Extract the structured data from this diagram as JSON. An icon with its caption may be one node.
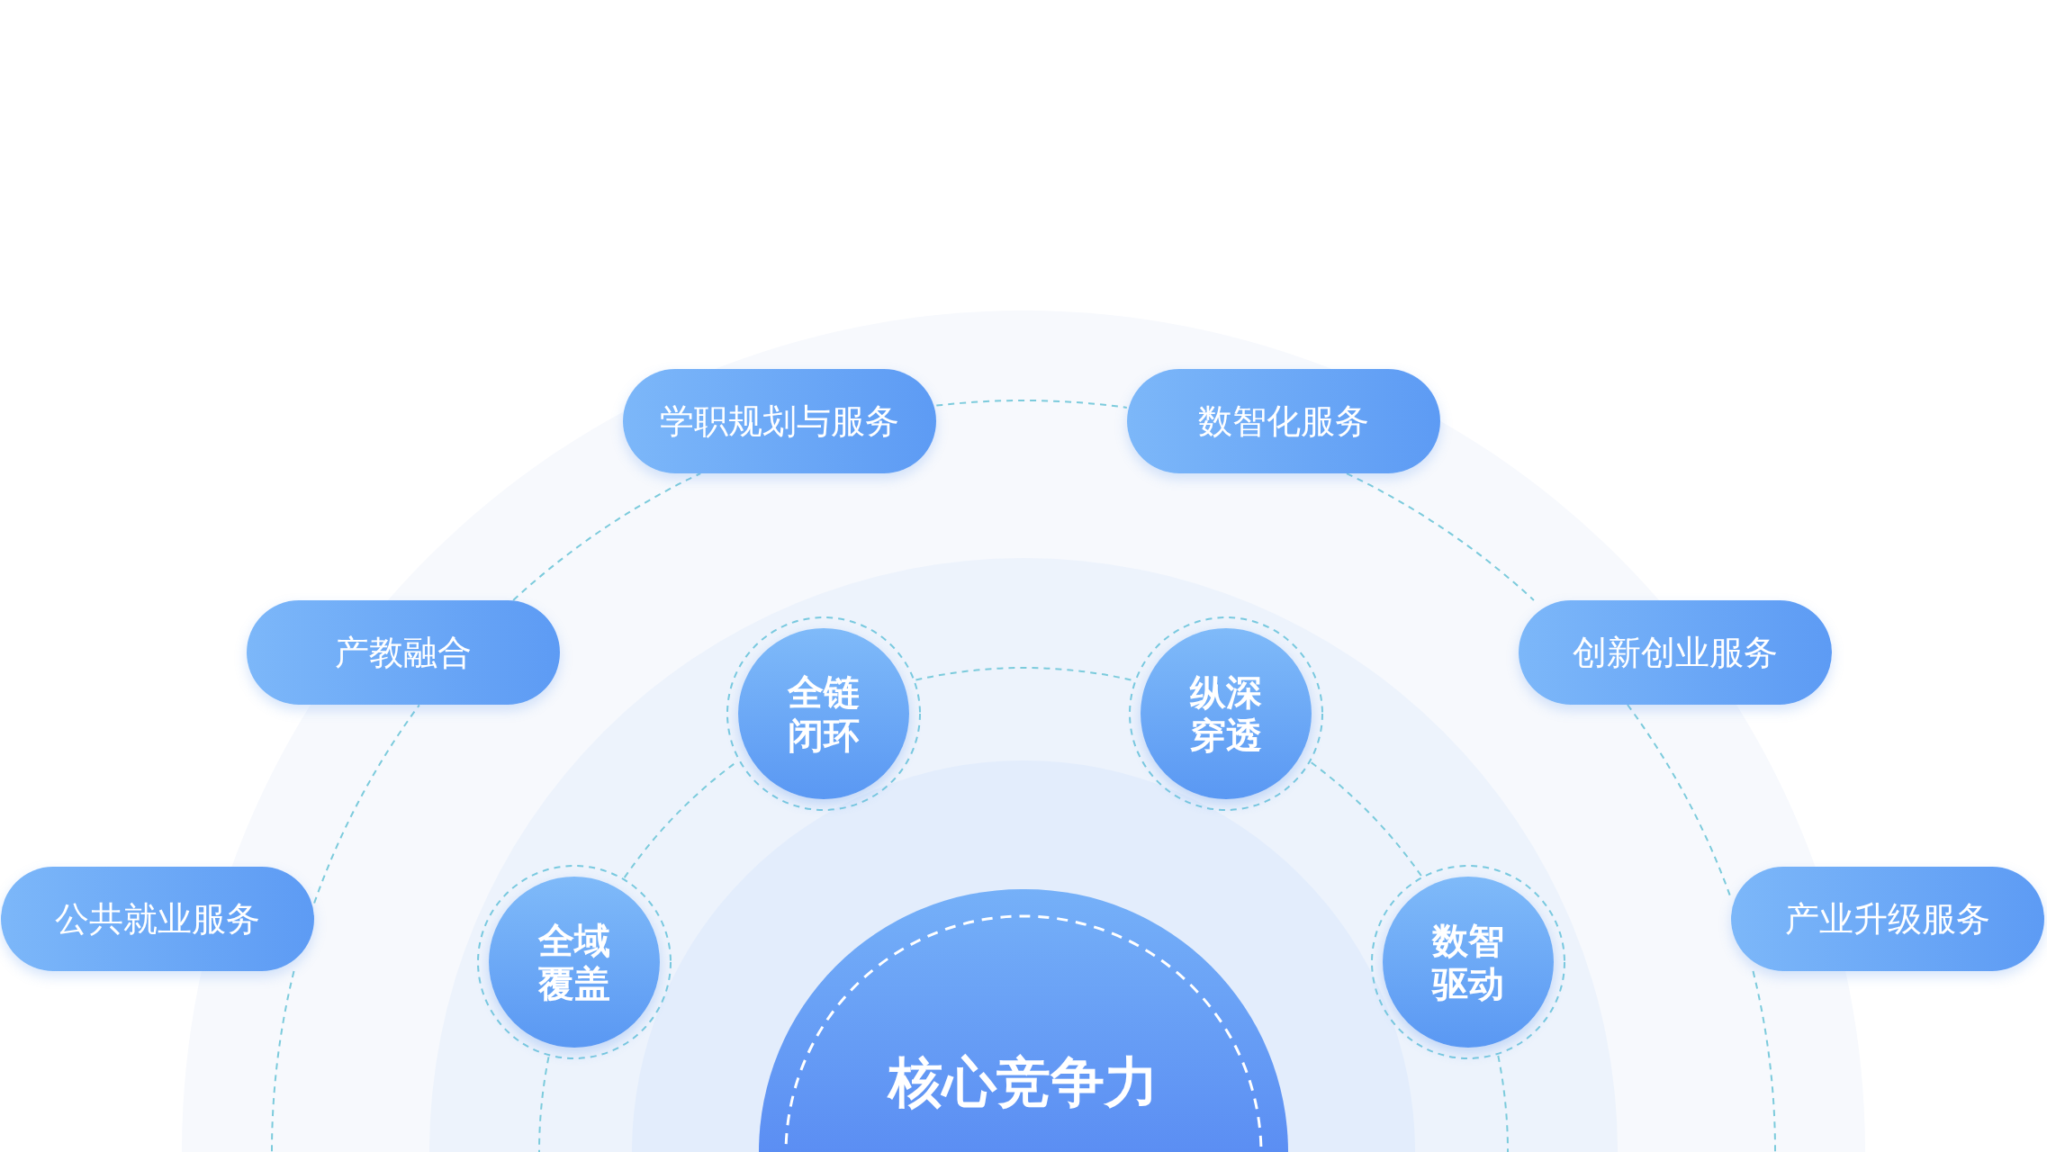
{
  "diagram": {
    "nodes": [
      {
        "text": [
          "学职规划与服务"
        ]
      },
      {
        "text": [
          "数智化服务"
        ]
      },
      {
        "text": [
          "产教融合"
        ]
      },
      {
        "text": [
          "创新创业服务"
        ]
      },
      {
        "text": [
          "公共就业服务"
        ]
      },
      {
        "text": [
          "产业升级服务"
        ]
      },
      {
        "text": [
          "全链闭环"
        ]
      },
      {
        "text": [
          "纵深穿透"
        ]
      },
      {
        "text": [
          "全域覆盖"
        ]
      },
      {
        "text": [
          "数智驱动"
        ]
      },
      {
        "text": [
          "核心竞争力"
        ]
      }
    ],
    "edges": [
      {
        "from": 4,
        "to": 2,
        "arrow": "none",
        "style": "dashed"
      },
      {
        "from": 2,
        "to": 0,
        "arrow": "none",
        "style": "dashed"
      },
      {
        "from": 0,
        "to": 1,
        "arrow": "none",
        "style": "dashed"
      },
      {
        "from": 1,
        "to": 3,
        "arrow": "none",
        "style": "dashed"
      },
      {
        "from": 3,
        "to": 5,
        "arrow": "none",
        "style": "dashed"
      },
      {
        "from": 8,
        "to": 6,
        "arrow": "none",
        "style": "dashed"
      },
      {
        "from": 6,
        "to": 7,
        "arrow": "none",
        "style": "dashed"
      },
      {
        "from": 7,
        "to": 9,
        "arrow": "none",
        "style": "dashed"
      }
    ]
  }
}
